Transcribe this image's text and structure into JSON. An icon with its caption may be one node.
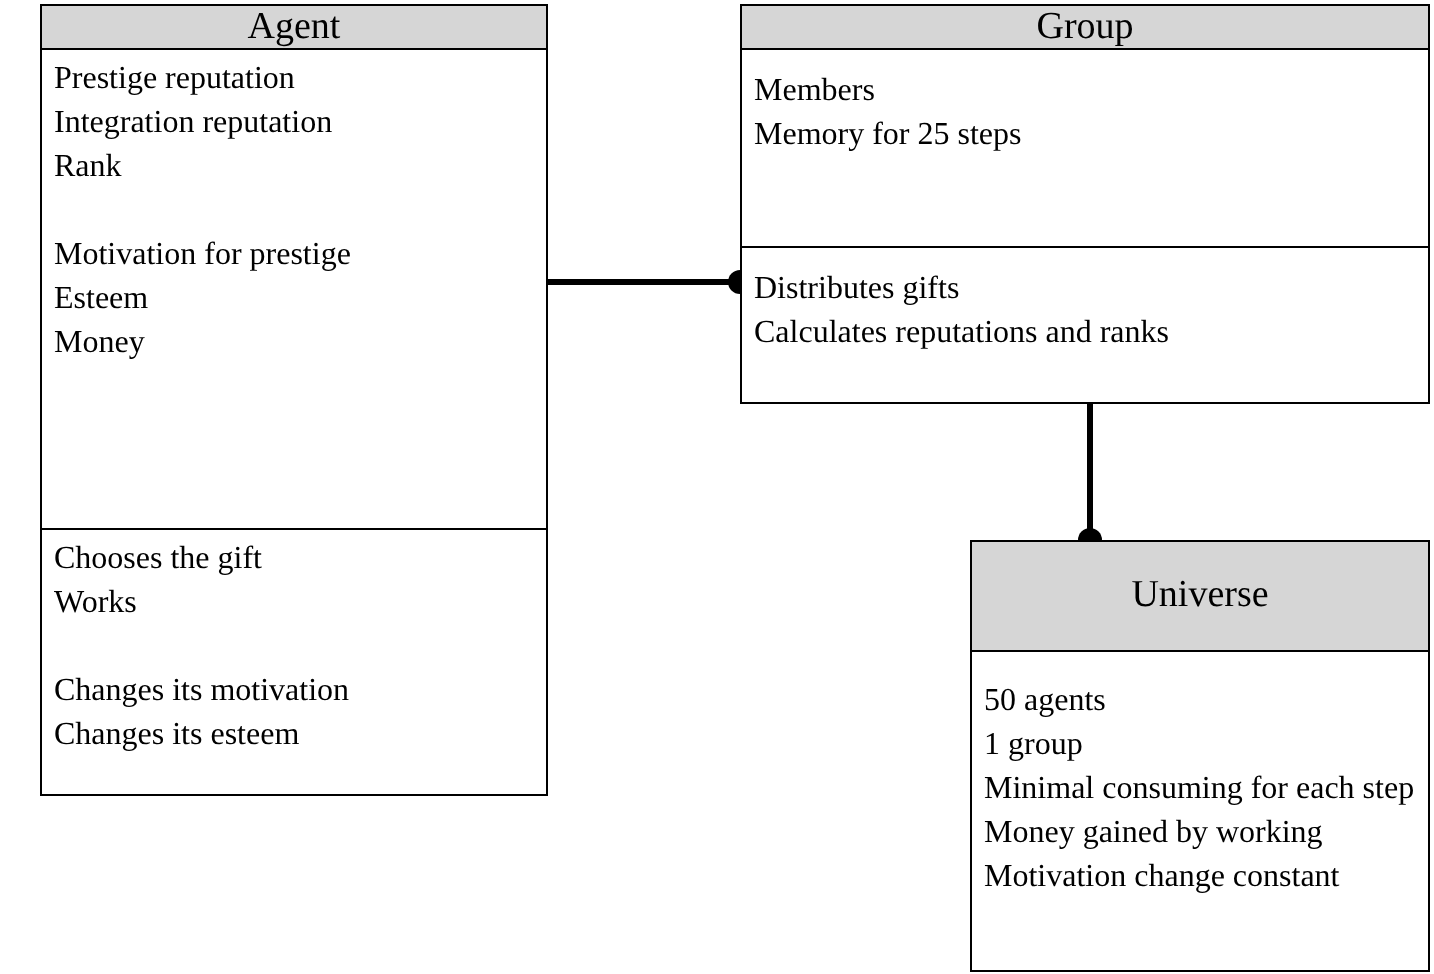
{
  "diagram": {
    "nodes": [
      {
        "text": [
          "Agent",
          "Prestige reputation",
          "Integration reputation",
          "Rank",
          "Motivation for prestige",
          "Esteem",
          "Money",
          "Chooses the gift",
          "Works",
          "Changes its motivation",
          "Changes its esteem"
        ]
      },
      {
        "text": [
          "Group",
          "Members",
          "Memory for 25 steps",
          "Distributes gifts",
          "Calculates reputations and ranks"
        ]
      },
      {
        "text": [
          "Universe",
          "50 agents",
          "1 group",
          "Minimal consuming for each step",
          "Money gained by working",
          "Motivation change constant"
        ]
      }
    ],
    "edges": [
      {
        "from": 0,
        "to": 1,
        "arrow": "other"
      },
      {
        "from": 1,
        "to": 2,
        "arrow": "other"
      }
    ]
  }
}
